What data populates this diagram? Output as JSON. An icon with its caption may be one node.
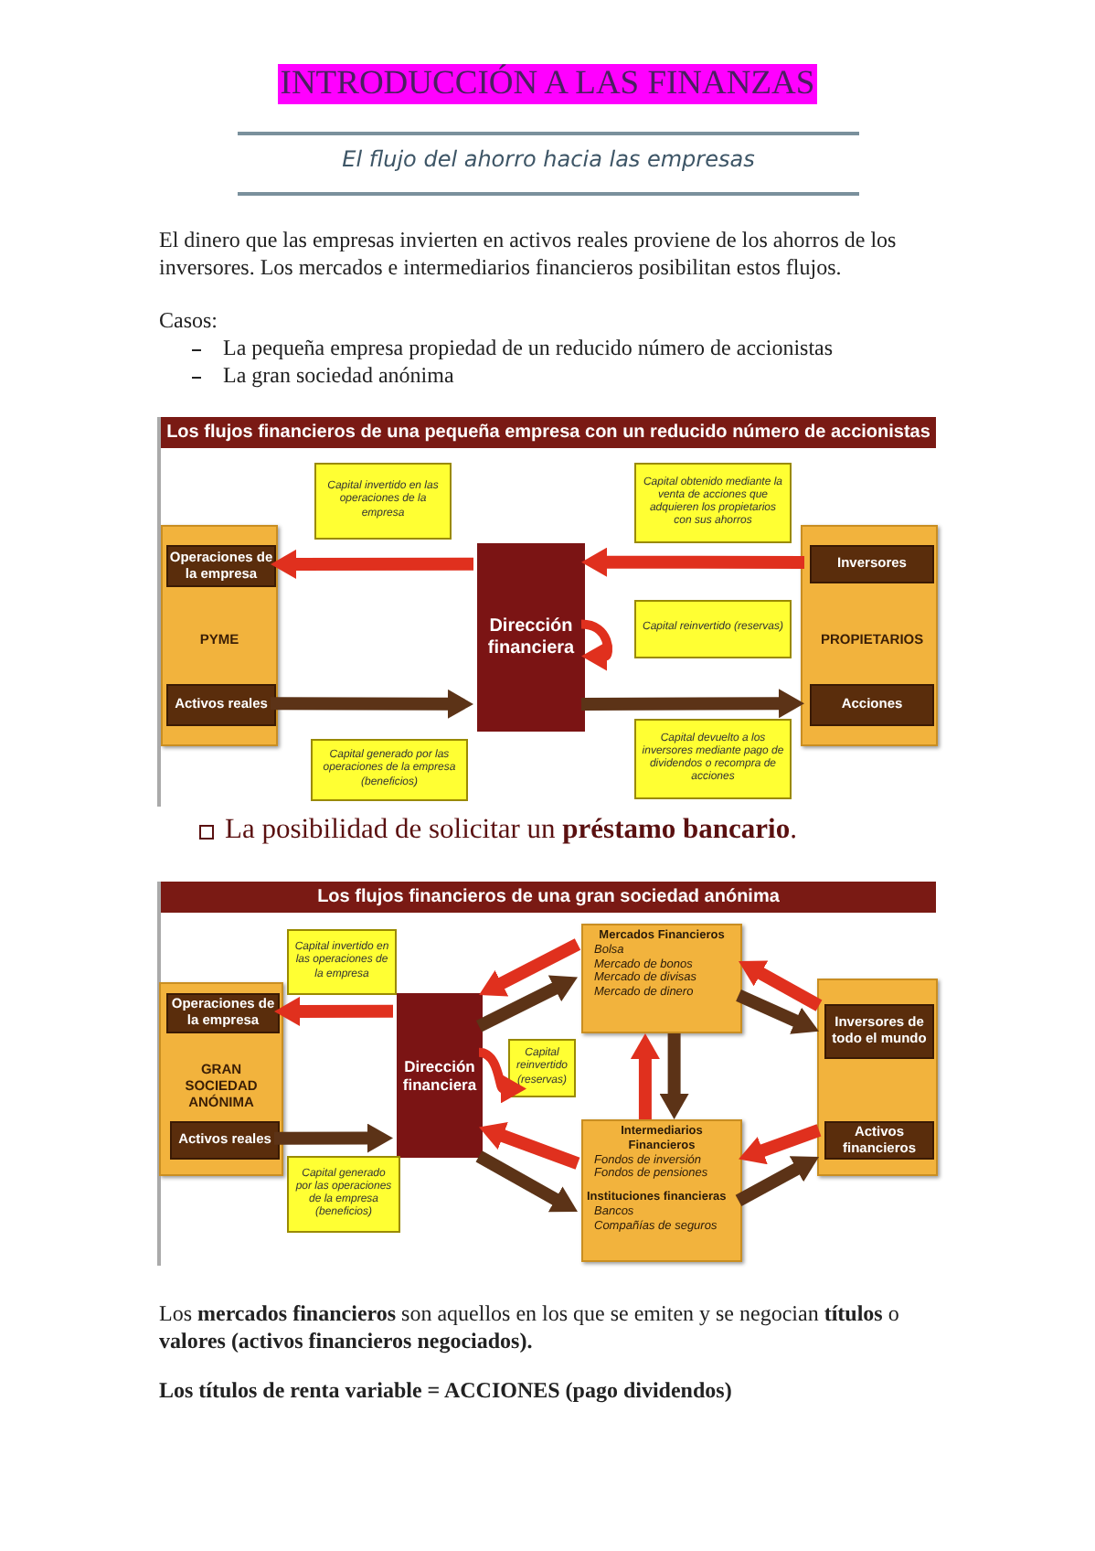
{
  "diagram": {
    "title": "INTRODUCCIÓN A LAS FINANZAS",
    "nodes": [
      {
        "text": [
          "Los flujos financieros de una pequeña empresa con un reducido número de accionistas"
        ]
      },
      {
        "text": [
          "PYME"
        ],
        "in": 0
      },
      {
        "text": [
          "Operaciones de la empresa"
        ],
        "in": 1
      },
      {
        "text": [
          "Activos reales"
        ],
        "in": 1
      },
      {
        "text": [
          "Dirección financiera"
        ],
        "in": 0
      },
      {
        "text": [
          "PROPIETARIOS"
        ],
        "in": 0
      },
      {
        "text": [
          "Inversores"
        ],
        "in": 5
      },
      {
        "text": [
          "Acciones"
        ],
        "in": 5
      },
      {
        "text": [
          "Capital invertido en las operaciones de la empresa"
        ],
        "in": 0
      },
      {
        "text": [
          "Capital obtenido mediante la venta de acciones que adquieren los propietarios con sus ahorros"
        ],
        "in": 0
      },
      {
        "text": [
          "Capital reinvertido (reservas)"
        ],
        "in": 0
      },
      {
        "text": [
          "Capital generado por las operaciones de la empresa (beneficios)"
        ],
        "in": 0
      },
      {
        "text": [
          "Capital devuelto a los inversores mediante pago de dividendos o recompra de acciones"
        ],
        "in": 0
      },
      {
        "text": [
          "Los flujos financieros de una gran sociedad anónima"
        ]
      },
      {
        "text": [
          "GRAN SOCIEDAD ANÓNIMA"
        ],
        "in": 13
      },
      {
        "text": [
          "Operaciones de la empresa"
        ],
        "in": 14
      },
      {
        "text": [
          "Activos reales"
        ],
        "in": 14
      },
      {
        "text": [
          "Dirección financiera"
        ],
        "in": 13
      },
      {
        "text": [
          "Mercados Financieros",
          "Bolsa",
          "Mercado de bonos",
          "Mercado de divisas",
          "Mercado de dinero"
        ],
        "in": 13
      },
      {
        "text": [
          "Intermediarios Financieros",
          "Fondos de inversión",
          "Fondos de pensiones",
          "Instituciones financieras",
          "Bancos",
          "Compañías de seguros"
        ],
        "in": 13
      },
      {
        "text": [],
        "shape": "box",
        "in": 13
      },
      {
        "text": [
          "Inversores de todo el mundo"
        ],
        "in": 20
      },
      {
        "text": [
          "Activos financieros"
        ],
        "in": 20
      },
      {
        "text": [
          "Capital invertido en las operaciones de la empresa"
        ],
        "in": 13
      },
      {
        "text": [
          "Capital reinvertido (reservas)"
        ],
        "in": 13
      },
      {
        "text": [
          "Capital generado por las operaciones de la empresa (beneficios)"
        ],
        "in": 13
      }
    ],
    "edges": [
      {
        "from": 4,
        "to": 2,
        "arrow": "to"
      },
      {
        "from": 6,
        "to": 4,
        "arrow": "to"
      },
      {
        "from": 3,
        "to": 4,
        "arrow": "to",
        "color": "#5c3317"
      },
      {
        "from": 4,
        "to": 7,
        "arrow": "to",
        "color": "#5c3317"
      },
      {
        "from": 4,
        "to": 4,
        "arrow": "to"
      },
      {
        "from": 17,
        "to": 15,
        "arrow": "to"
      },
      {
        "from": 16,
        "to": 17,
        "arrow": "to",
        "color": "#5c3317"
      },
      {
        "from": 17,
        "to": 17,
        "arrow": "to"
      },
      {
        "from": 18,
        "to": 17,
        "arrow": "to"
      },
      {
        "from": 17,
        "to": 18,
        "arrow": "to",
        "color": "#5c3317"
      },
      {
        "from": 21,
        "to": 18,
        "arrow": "to"
      },
      {
        "from": 18,
        "to": 21,
        "arrow": "to",
        "color": "#5c3317"
      },
      {
        "from": 19,
        "to": 18,
        "arrow": "to"
      },
      {
        "from": 18,
        "to": 19,
        "arrow": "to",
        "color": "#5c3317"
      },
      {
        "from": 19,
        "to": 17,
        "arrow": "to"
      },
      {
        "from": 17,
        "to": 19,
        "arrow": "to",
        "color": "#5c3317"
      },
      {
        "from": 22,
        "to": 19,
        "arrow": "to"
      },
      {
        "from": 19,
        "to": 22,
        "arrow": "to",
        "color": "#5c3317"
      }
    ],
    "labels": [
      "El flujo del ahorro hacia las empresas",
      "El dinero que las empresas invierten en activos reales proviene de los ahorros de los inversores. Los mercados e intermediarios financieros posibilitan estos flujos.",
      "Casos:",
      "La pequeña empresa propiedad de un reducido número de accionistas",
      "La gran sociedad anónima",
      "La posibilidad de solicitar un **préstamo bancario**.",
      "Los **mercados financieros** son aquellos en los que se emiten y se negocian **títulos** o **valores (activos financieros negociados).**",
      "Los títulos de renta variable = ACCIONES (pago dividendos)"
    ]
  }
}
